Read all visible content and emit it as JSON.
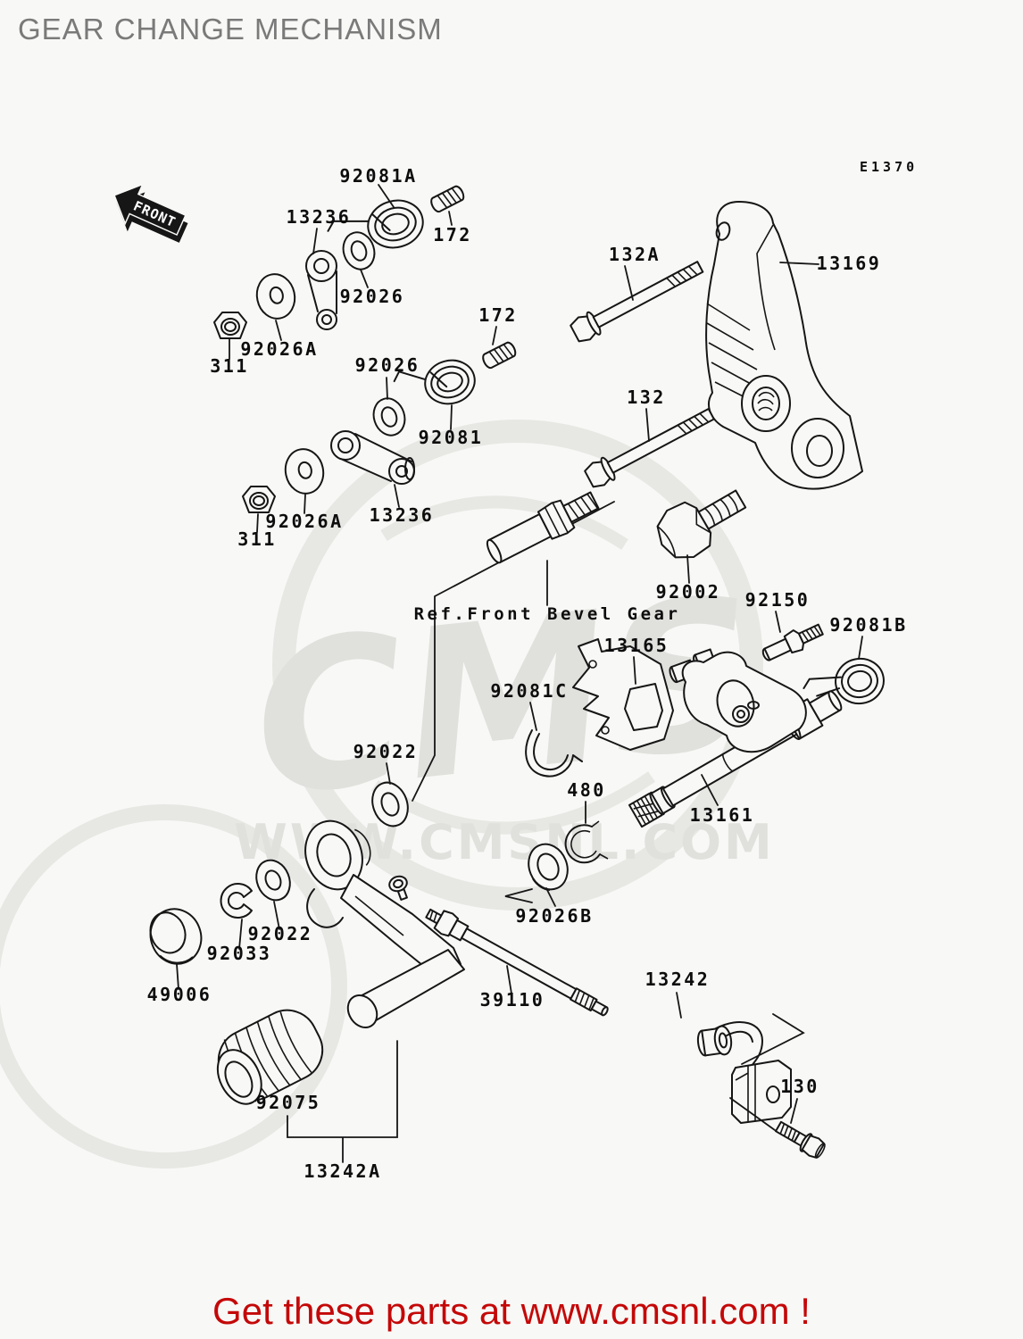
{
  "header": {
    "title": "GEAR CHANGE MECHANISM",
    "diagram_code": "E1370"
  },
  "orientation": {
    "front_label": "FRONT"
  },
  "notes": {
    "reference": "Ref.Front Bevel Gear"
  },
  "watermark": {
    "logo_text": "CMS",
    "url_text": "WWW.CMSNL.COM"
  },
  "footer": {
    "promo_text": "Get these parts at www.cmsnl.com !"
  },
  "colors": {
    "background": "#f8f8f6",
    "line": "#161616",
    "title_gray": "#7a7a7a",
    "accent_red": "#c40808",
    "watermark_gray": "#e7e7e4"
  },
  "part_labels": [
    {
      "text": "92081A"
    },
    {
      "text": "172"
    },
    {
      "text": "13236"
    },
    {
      "text": "92026"
    },
    {
      "text": "92026A"
    },
    {
      "text": "311"
    },
    {
      "text": "172"
    },
    {
      "text": "92026"
    },
    {
      "text": "92081"
    },
    {
      "text": "13236"
    },
    {
      "text": "92026A"
    },
    {
      "text": "311"
    },
    {
      "text": "132A"
    },
    {
      "text": "13169"
    },
    {
      "text": "132"
    },
    {
      "text": "92002"
    },
    {
      "text": "13165"
    },
    {
      "text": "92150"
    },
    {
      "text": "92081B"
    },
    {
      "text": "92081C"
    },
    {
      "text": "92022"
    },
    {
      "text": "480"
    },
    {
      "text": "13161"
    },
    {
      "text": "92026B"
    },
    {
      "text": "92022"
    },
    {
      "text": "92033"
    },
    {
      "text": "49006"
    },
    {
      "text": "39110"
    },
    {
      "text": "92075"
    },
    {
      "text": "13242"
    },
    {
      "text": "130"
    },
    {
      "text": "13242A"
    }
  ]
}
